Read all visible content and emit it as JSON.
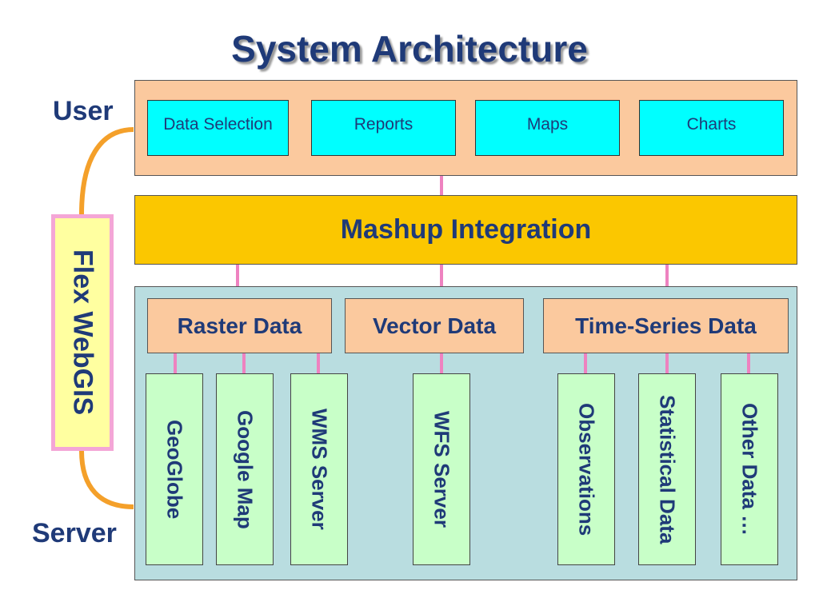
{
  "title": "System Architecture",
  "side_labels": {
    "user": "User",
    "server": "Server"
  },
  "flex_label": "Flex WebGIS",
  "user_items": [
    "Data Selection",
    "Reports",
    "Maps",
    "Charts"
  ],
  "mashup_label": "Mashup Integration",
  "categories": [
    "Raster Data",
    "Vector Data",
    "Time-Series Data"
  ],
  "sources": [
    "GeoGlobe",
    "Google Map",
    "WMS Server",
    "WFS Server",
    "Observations",
    "Statistical Data",
    "Other Data …"
  ],
  "colors": {
    "title": "#1f3a78",
    "user_panel": "#fbc99e",
    "mashup": "#fbc700",
    "server_panel": "#b9dde0",
    "user_item": "#00ffff",
    "source_box": "#c8ffc8",
    "connector": "#ee82c0",
    "bracket": "#f4a02a"
  }
}
